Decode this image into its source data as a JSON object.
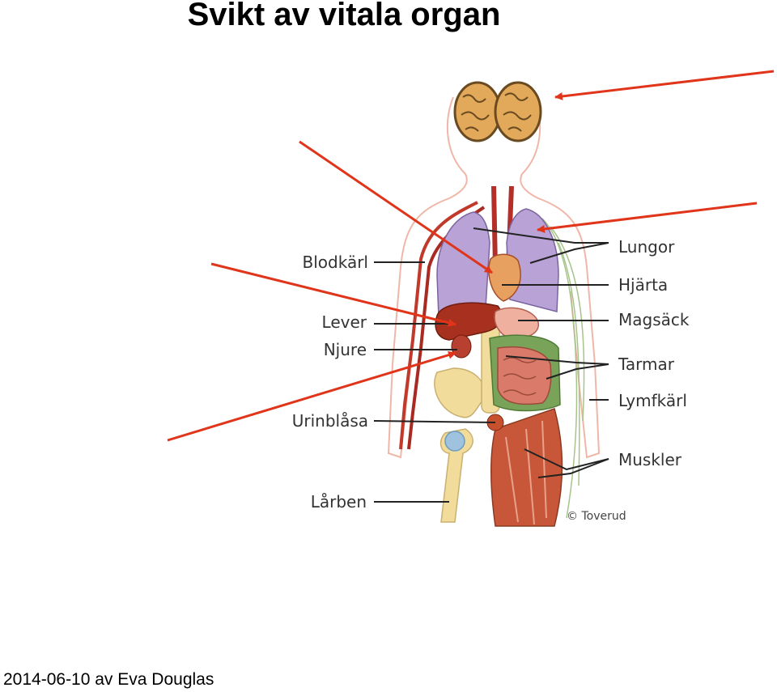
{
  "slide": {
    "title": "Svikt av vitala organ",
    "footer": "2014-06-10 av Eva Douglas"
  },
  "diagram": {
    "labels_left": [
      "Blodkärl",
      "Lever",
      "Njure",
      "Urinblåsa",
      "Lårben"
    ],
    "labels_right": [
      "Lungor",
      "Hjärta",
      "Magsäck",
      "Tarmar",
      "Lymfkärl",
      "Muskler"
    ],
    "credit": "© Toverud"
  },
  "colors": {
    "arrow": "#e0351a",
    "lungs": "#b9a2d6",
    "liver": "#a8301e",
    "brain": "#e2a95a",
    "muscle": "#c8573a",
    "bone": "#f2dc9c",
    "intestine": "#d97a6a",
    "colon": "#7aa35a"
  }
}
